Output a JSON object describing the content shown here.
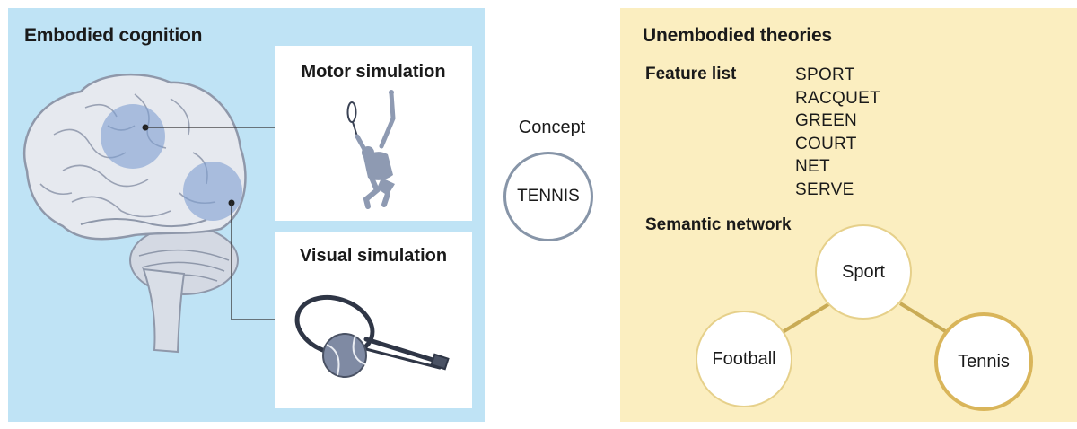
{
  "embodied": {
    "title": "Embodied cognition",
    "motor_title": "Motor simulation",
    "visual_title": "Visual simulation"
  },
  "concept": {
    "label": "Concept",
    "value": "TENNIS"
  },
  "unembodied": {
    "title": "Unembodied theories",
    "feature_list_title": "Feature list",
    "features": [
      "SPORT",
      "RACQUET",
      "GREEN",
      "COURT",
      "NET",
      "SERVE"
    ],
    "semantic_network_title": "Semantic network",
    "nodes": {
      "top": "Sport",
      "left": "Football",
      "right": "Tennis"
    }
  },
  "colors": {
    "left_panel_bg": "#bfe3f5",
    "right_panel_bg": "#fbeec0",
    "highlight_blob": "#7f9fd0",
    "figure_fill": "#8e9ab2",
    "network_link": "#c9ab55"
  },
  "icons": [
    "brain-illustration",
    "tennis-player-icon",
    "tennis-racquet-icon",
    "tennis-ball-icon"
  ]
}
